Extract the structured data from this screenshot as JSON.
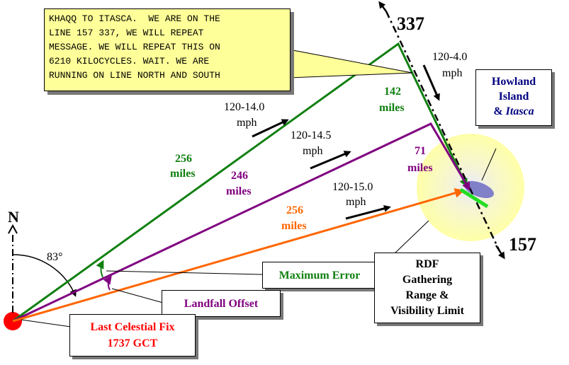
{
  "message": {
    "text": "KHAQQ TO ITASCA.  WE ARE ON THE\nLINE 157 337, WE WILL REPEAT\nMESSAGE. WE WILL REPEAT THIS ON\n6210 KILOCYCLES. WAIT. WE ARE\nRUNNING ON LINE NORTH AND SOUTH"
  },
  "headings": {
    "north_arrow": "N",
    "angle": "83°",
    "bearing_337": "337",
    "bearing_157": "157"
  },
  "legs": {
    "green_long_miles_value": "256",
    "green_long_miles_unit": "miles",
    "green_short_miles_value": "142",
    "green_short_miles_unit": "miles",
    "purple_long_miles_value": "246",
    "purple_long_miles_unit": "miles",
    "purple_short_miles_value": "71",
    "purple_short_miles_unit": "miles",
    "orange_miles_value": "256",
    "orange_miles_unit": "miles"
  },
  "winds": {
    "w1_value": "120-14.0",
    "w1_unit": "mph",
    "w2_value": "120-14.5",
    "w2_unit": "mph",
    "w3_value": "120-15.0",
    "w3_unit": "mph",
    "w4_value": "120-4.0",
    "w4_unit": "mph"
  },
  "boxes": {
    "howland_line1": "Howland",
    "howland_line2": "Island",
    "howland_line3_amp": "& ",
    "howland_line3_name": "Itasca",
    "max_error": "Maximum Error",
    "landfall": "Landfall Offset",
    "fix_line1": "Last Celestial Fix",
    "fix_line2": "1737 GCT",
    "rdf_line1": "RDF",
    "rdf_line2": "Gathering",
    "rdf_line3": "Range &",
    "rdf_line4": "Visibility Limit"
  },
  "colors": {
    "green": "#108010",
    "purple": "#800080",
    "orange": "#ff6600",
    "red": "#ff0000",
    "navy": "#000080",
    "message_bg": "#ffff99",
    "halo": "#ffffb0"
  }
}
